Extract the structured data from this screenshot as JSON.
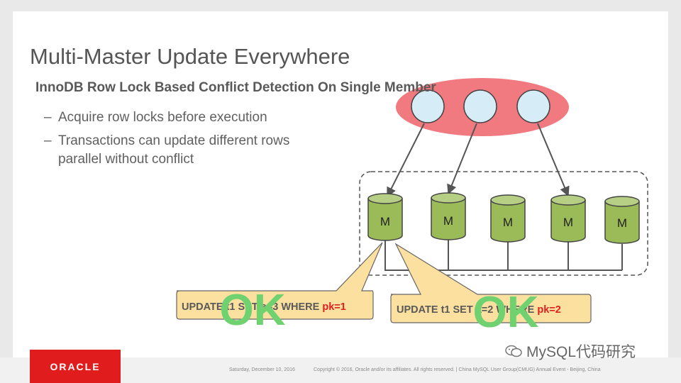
{
  "slide": {
    "title": "Multi-Master Update Everywhere",
    "subtitle": "InnoDB Row Lock Based Conflict Detection On Single Member",
    "bullets": [
      {
        "dash": "–",
        "line1": "Acquire row locks before execution",
        "line2": ""
      },
      {
        "dash": "–",
        "line1": "Transactions can update different rows",
        "line2": "parallel without conflict"
      }
    ]
  },
  "diagram": {
    "members": [
      "M",
      "M",
      "M",
      "M",
      "M"
    ],
    "query1": {
      "prefix": "UPDATE t1 SET a=3 WHERE ",
      "key": "pk=1"
    },
    "query2": {
      "prefix": "UPDATE t1 SET a=2 WHERE ",
      "key": "pk=2"
    },
    "ok1": "OK",
    "ok2": "OK",
    "colors": {
      "client_group": "#f07a7f",
      "client_node": "#d6ecf7",
      "member_fill": "#9bbb59",
      "callout_fill": "#fbe0a0",
      "ok": "#6fd16f",
      "key": "#e02020"
    }
  },
  "footer": {
    "logo": "ORACLE",
    "date": "Saturday, December 10, 2016",
    "copyright": "Copyright © 2016, Oracle and/or its affiliates. All rights reserved.  |  China MySQL User Group(CMUG) Annual Event - Beijing, China",
    "watermark": "MySQL代码研究"
  }
}
